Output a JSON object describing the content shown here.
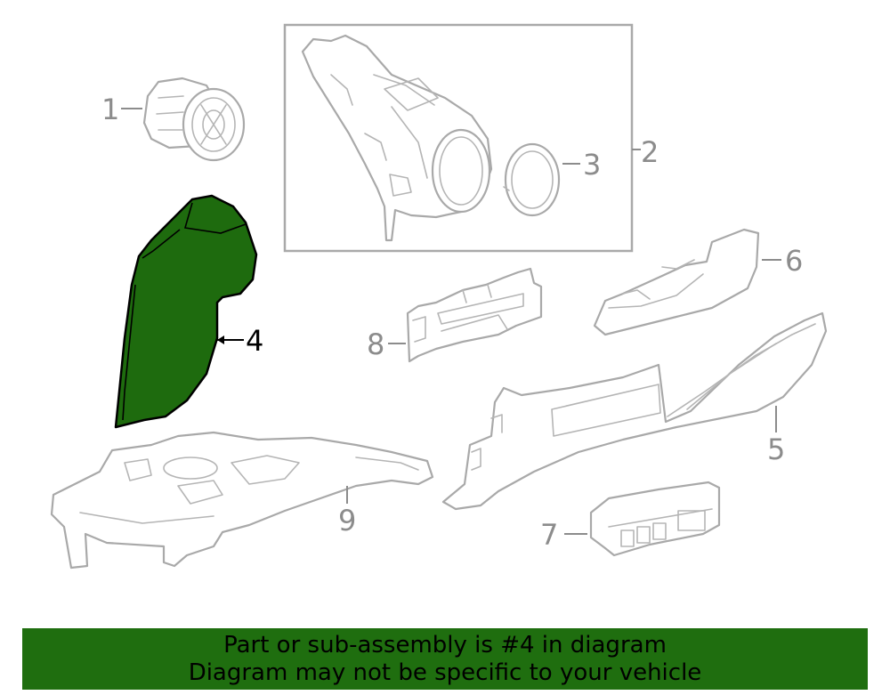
{
  "diagram": {
    "callouts": [
      {
        "id": "1",
        "label": "1",
        "highlighted": false
      },
      {
        "id": "2",
        "label": "2",
        "highlighted": false
      },
      {
        "id": "3",
        "label": "3",
        "highlighted": false
      },
      {
        "id": "4",
        "label": "4",
        "highlighted": true
      },
      {
        "id": "5",
        "label": "5",
        "highlighted": false
      },
      {
        "id": "6",
        "label": "6",
        "highlighted": false
      },
      {
        "id": "7",
        "label": "7",
        "highlighted": false
      },
      {
        "id": "8",
        "label": "8",
        "highlighted": false
      },
      {
        "id": "9",
        "label": "9",
        "highlighted": false
      }
    ],
    "colors": {
      "highlight_fill": "#1e6b0e",
      "outline": "#a9a9a9",
      "label_gray": "#8c8c8c",
      "banner_bg": "#1f6e0f"
    }
  },
  "banner": {
    "line1": "Part or sub-assembly is #4 in diagram",
    "line2": "Diagram may not be specific to your vehicle"
  }
}
